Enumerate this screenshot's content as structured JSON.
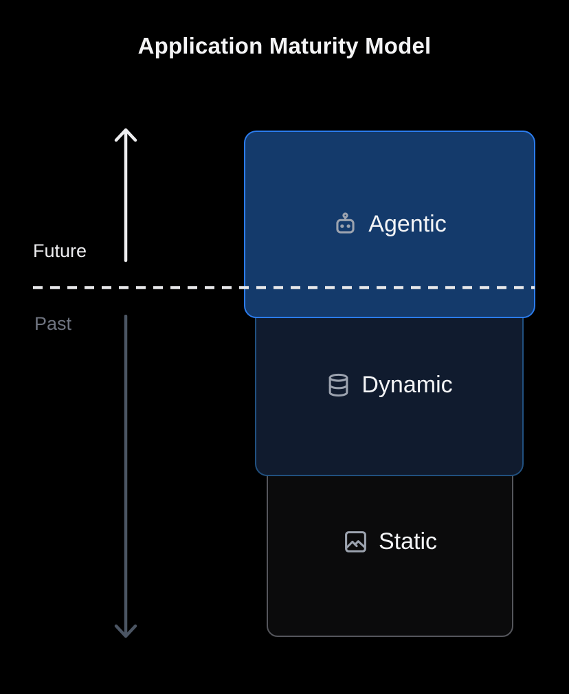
{
  "title": "Application Maturity Model",
  "axis": {
    "future_label": "Future",
    "past_label": "Past"
  },
  "stages": [
    {
      "id": "agentic",
      "label": "Agentic",
      "icon": "bot-icon",
      "fill": "#143a6b",
      "border": "#2b7cee"
    },
    {
      "id": "dynamic",
      "label": "Dynamic",
      "icon": "database-icon",
      "fill": "#101b2e",
      "border": "#21507f"
    },
    {
      "id": "static",
      "label": "Static",
      "icon": "image-icon",
      "fill": "#0b0b0c",
      "border": "#55565c"
    }
  ],
  "colors": {
    "background": "#000000",
    "title_text": "#f4f4f5",
    "future_text": "#ededef",
    "past_text": "#6f7480",
    "future_arrow": "#ededef",
    "past_arrow": "#4b5563",
    "divider": "#e8e8ea",
    "stage_label_text": "#f3f4f6",
    "stage_icon": "#9ca3af"
  }
}
